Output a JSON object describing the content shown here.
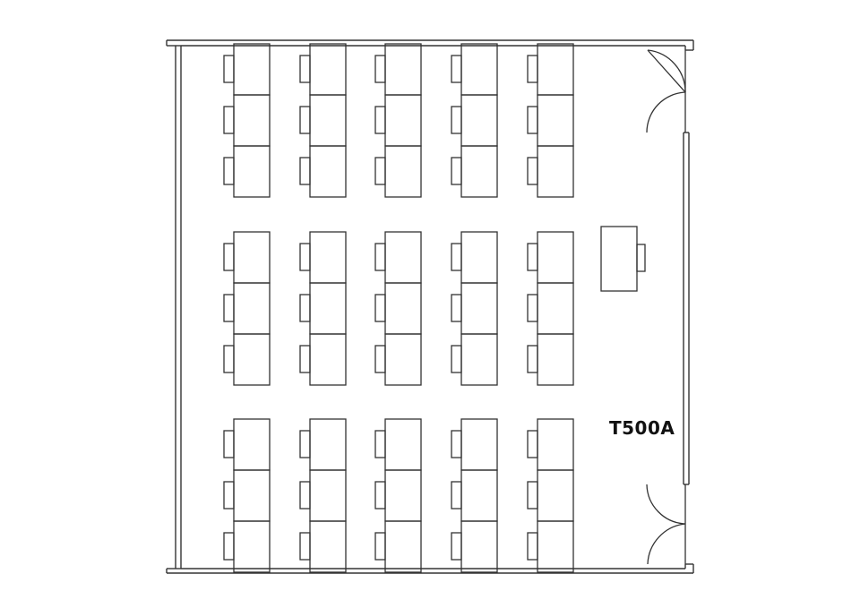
{
  "room": {
    "label": "T500A"
  },
  "layout": {
    "desk_columns": 5,
    "desk_groups": 3,
    "desks_per_group": 3,
    "instructor_desk": 1,
    "doors": 2
  },
  "colors": {
    "line": "#333333",
    "background": "#ffffff"
  }
}
